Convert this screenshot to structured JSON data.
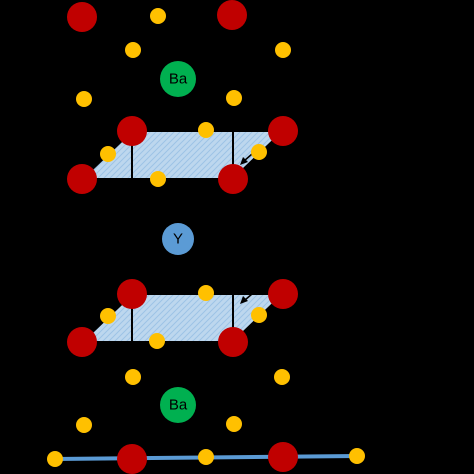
{
  "diagram": {
    "background": "#000000",
    "colors": {
      "cu_atom": "#c00000",
      "o_atom": "#ffc000",
      "ba_atom": "#00b050",
      "y_atom": "#5b9bd5",
      "plane_fill": "#bdd7ee",
      "plane_hatch": "#9dc3e6",
      "chain": "#5b9bd5",
      "edge": "#000000"
    },
    "labels": {
      "ba_top": "Ba",
      "y_center": "Y",
      "ba_bottom": "Ba"
    }
  }
}
